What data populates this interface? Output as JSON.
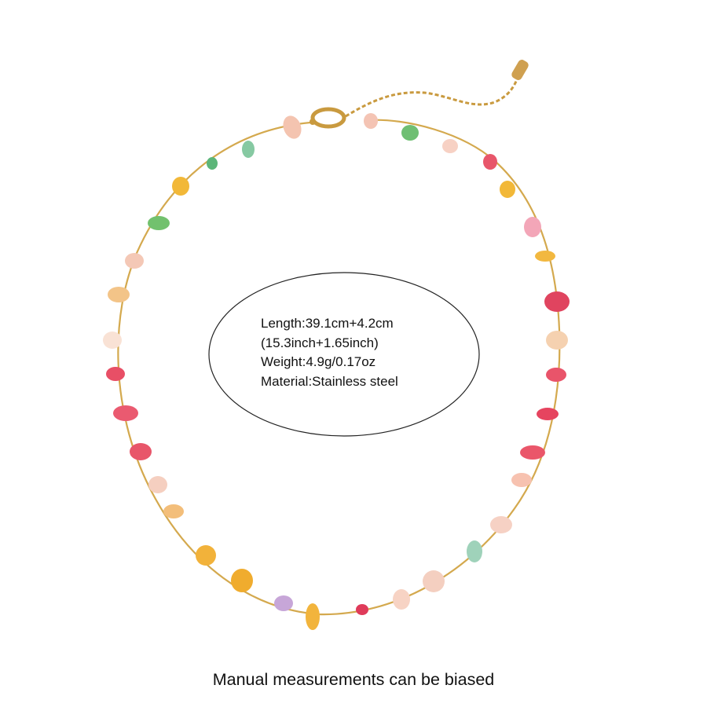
{
  "product_image": {
    "subject": "necklace-photo",
    "chain_color": "#d4a94e",
    "stone_colors": [
      "#f0b23e",
      "#e8566a",
      "#6fbf73",
      "#f4c9b4",
      "#c7a6d8",
      "#f7d7c8"
    ]
  },
  "specs": {
    "length": "Length:39.1cm+4.2cm",
    "length_inch": "(15.3inch+1.65inch)",
    "weight": "Weight:4.9g/0.17oz",
    "material": "Material:Stainless steel"
  },
  "caption": "Manual measurements can be biased"
}
